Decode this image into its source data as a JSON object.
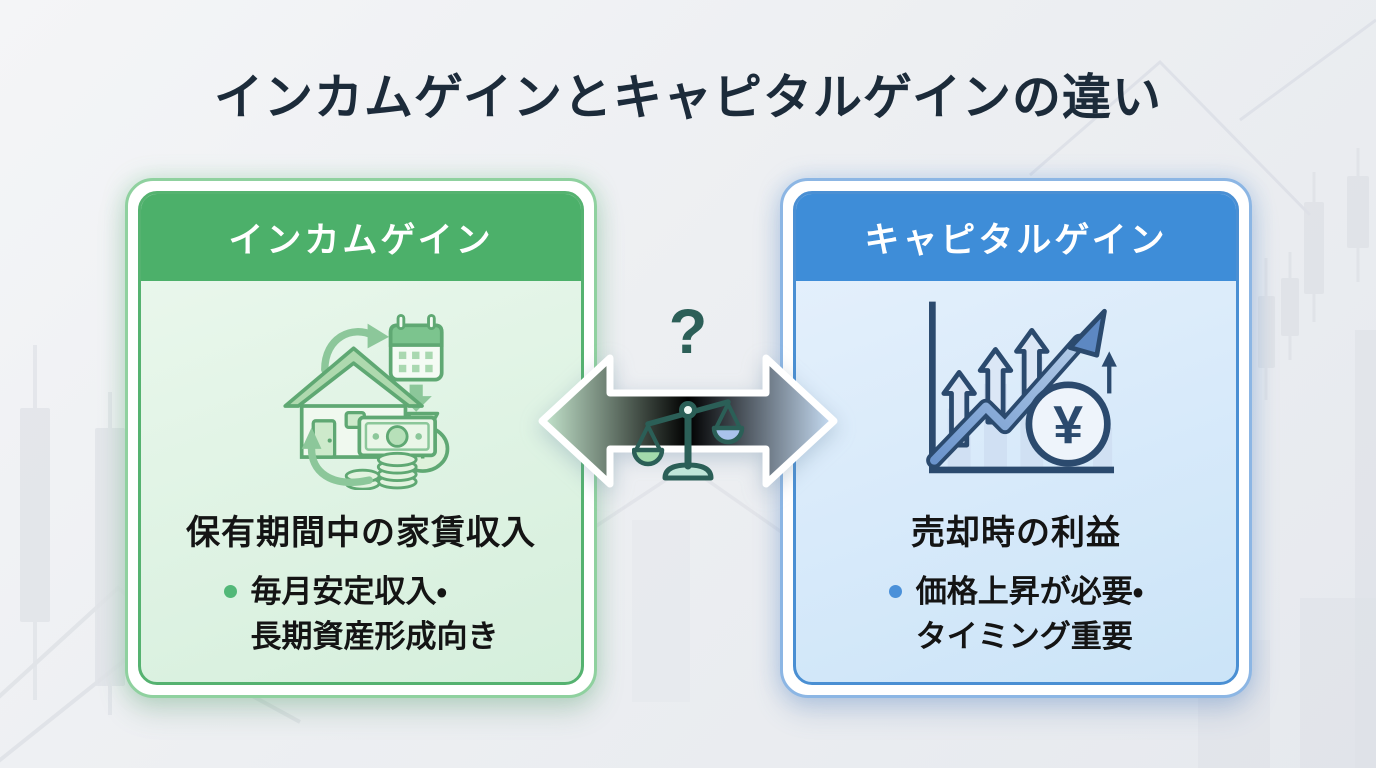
{
  "title": "インカムゲインとキャピタルゲインの違い",
  "income_card": {
    "header": "インカムゲイン",
    "highlight": "保有期間中の家賃収入",
    "bullet_line1": "毎月安定収入・",
    "bullet_line2": "長期資産形成向き"
  },
  "capital_card": {
    "header": "キャピタルゲイン",
    "highlight": "売却時の利益",
    "bullet_line1": "価格上昇が必要・",
    "bullet_line2": "タイミング重要"
  },
  "center": {
    "question_mark": "?",
    "yen_symbol": "¥"
  },
  "colors": {
    "title_color": "#1c2b3a",
    "green_accent": "#4cb06a",
    "green_border_outer": "#8fd19f",
    "green_border_inner": "#55b270",
    "green_body_light": "#ecf8ee",
    "green_body_dark": "#d5efdc",
    "blue_accent": "#3e8dd8",
    "blue_border_outer": "#8cb6e4",
    "blue_border_inner": "#4a8fd3",
    "blue_body_light": "#e7f1fc",
    "blue_body_dark": "#cbe4f8",
    "teal_icon": "#2c5f58",
    "text_dark": "#141414"
  }
}
